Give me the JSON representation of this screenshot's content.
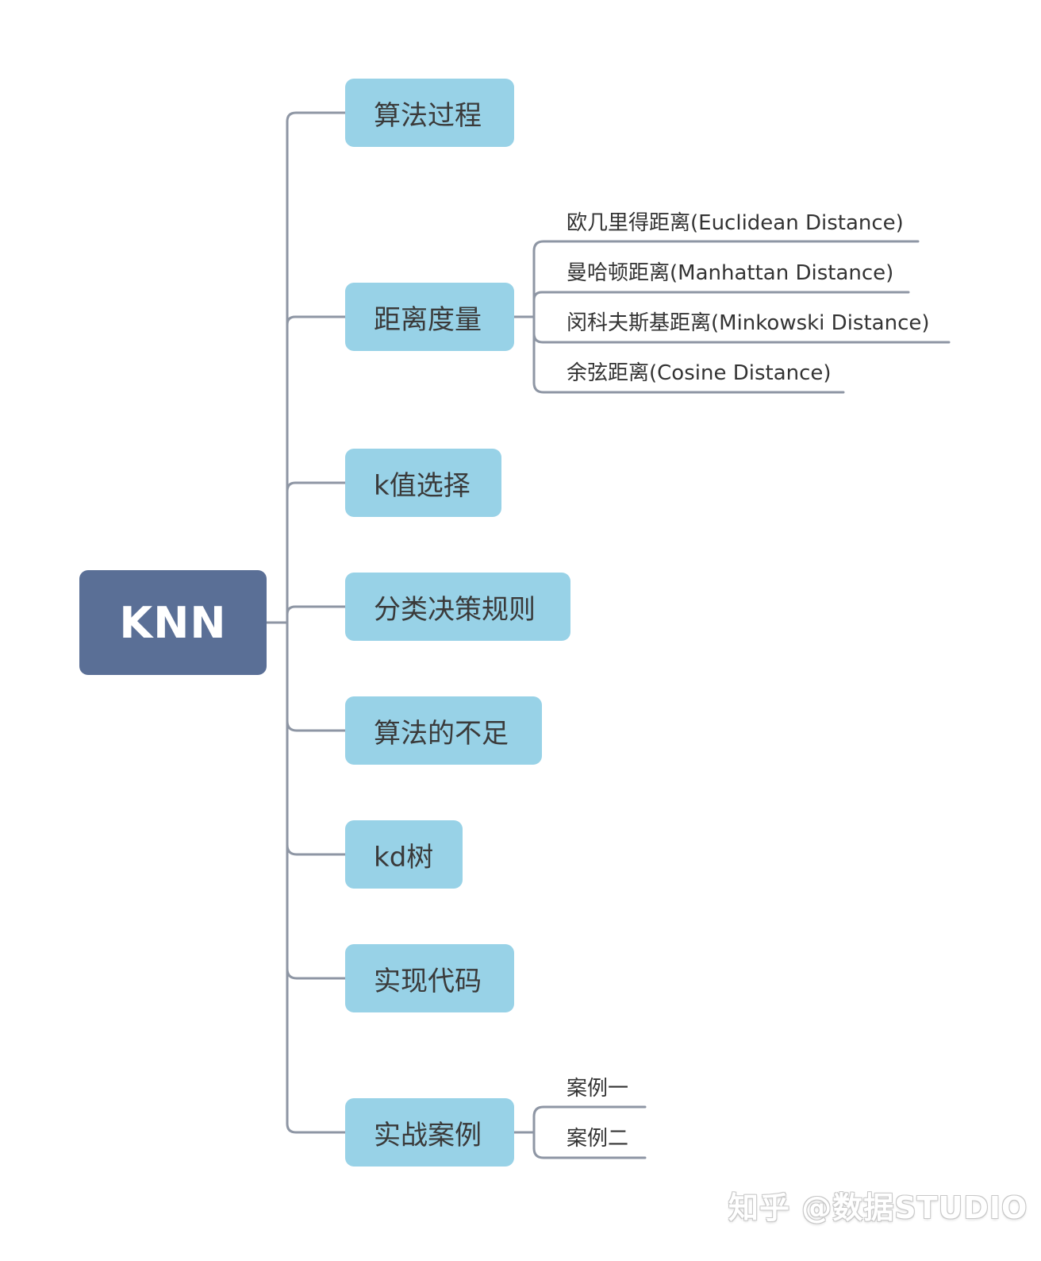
{
  "root": {
    "label": "KNN"
  },
  "branches": [
    {
      "label": "算法过程"
    },
    {
      "label": "距离度量"
    },
    {
      "label": "k值选择"
    },
    {
      "label": "分类决策规则"
    },
    {
      "label": "算法的不足"
    },
    {
      "label": "kd树"
    },
    {
      "label": "实现代码"
    },
    {
      "label": "实战案例"
    }
  ],
  "distance_leaves": [
    {
      "label": "欧几里得距离(Euclidean Distance)"
    },
    {
      "label": "曼哈顿距离(Manhattan Distance)"
    },
    {
      "label": "闵科夫斯基距离(Minkowski Distance)"
    },
    {
      "label": "余弦距离(Cosine Distance)"
    }
  ],
  "case_leaves": [
    {
      "label": "案例一"
    },
    {
      "label": "案例二"
    }
  ],
  "watermark": "知乎 @数据STUDIO",
  "colors": {
    "root_fill": "#5a6f96",
    "branch_fill": "#98d2e7",
    "connector": "#8e96a4"
  }
}
